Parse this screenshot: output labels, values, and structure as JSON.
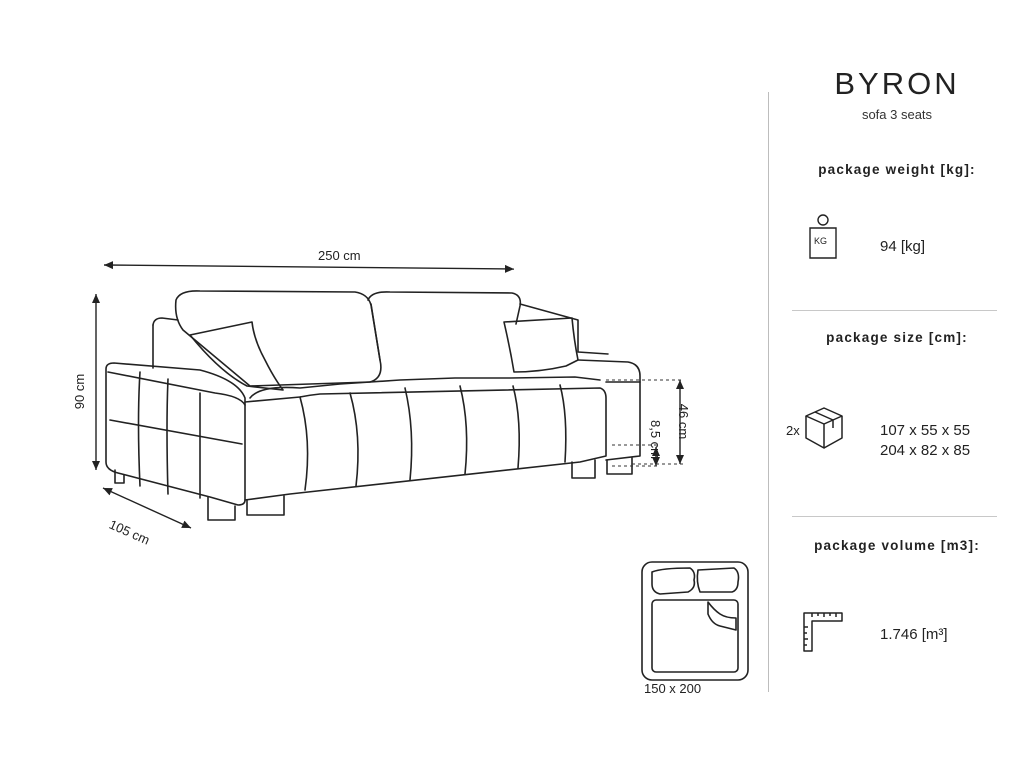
{
  "product": {
    "name": "BYRON",
    "subtitle": "sofa 3 seats"
  },
  "dimensions": {
    "width": "250 cm",
    "height": "90 cm",
    "depth": "105 cm",
    "seat_height": "46 cm",
    "leg_height": "8,5 cm",
    "sleeping_area": "150 x 200"
  },
  "package_weight": {
    "heading": "package weight [kg]:",
    "icon_text": "KG",
    "value": "94 [kg]",
    "icon": "weight-icon"
  },
  "package_size": {
    "heading": "package size [cm]:",
    "count": "2x",
    "values": [
      "107 x 55 x 55",
      "204 x 82 x 85"
    ],
    "icon": "box-icon"
  },
  "package_volume": {
    "heading": "package volume [m3]:",
    "value": "1.746 [m³]",
    "icon": "ruler-icon"
  },
  "colors": {
    "ink": "#222222",
    "divider": "#c8c8c8"
  }
}
